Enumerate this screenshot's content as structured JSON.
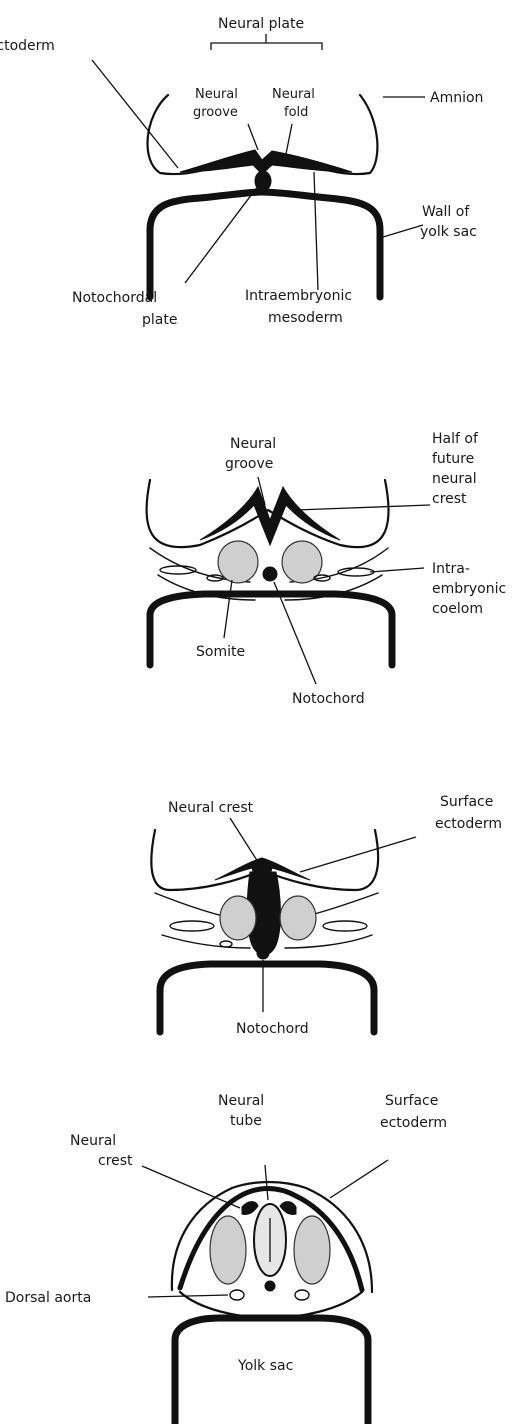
{
  "panels": [
    {
      "labels": {
        "surface_ectoderm": "Surface ectoderm",
        "neural_plate": "Neural plate",
        "neural_groove": "Neural groove",
        "neural_fold": "Neural fold",
        "amnion": "Amnion",
        "wall_of_yolk_sac": "Wall of yolk sac",
        "notochordal_plate": "Notochordal plate",
        "intraembryonic_mesoderm": "Intraembryonic mesoderm"
      }
    },
    {
      "labels": {
        "neural_groove": "Neural groove",
        "half_future_neural_crest": "Half of future neural crest",
        "intraembryonic_coelom": "Intra-embryonic coelom",
        "somite": "Somite",
        "notochord": "Notochord"
      }
    },
    {
      "labels": {
        "neural_crest": "Neural crest",
        "surface_ectoderm": "Surface ectoderm",
        "notochord": "Notochord"
      }
    },
    {
      "labels": {
        "neural_tube": "Neural tube",
        "surface_ectoderm": "Surface ectoderm",
        "neural_crest": "Neural crest",
        "dorsal_aorta": "Dorsal aorta",
        "yolk_sac": "Yolk sac"
      }
    }
  ]
}
